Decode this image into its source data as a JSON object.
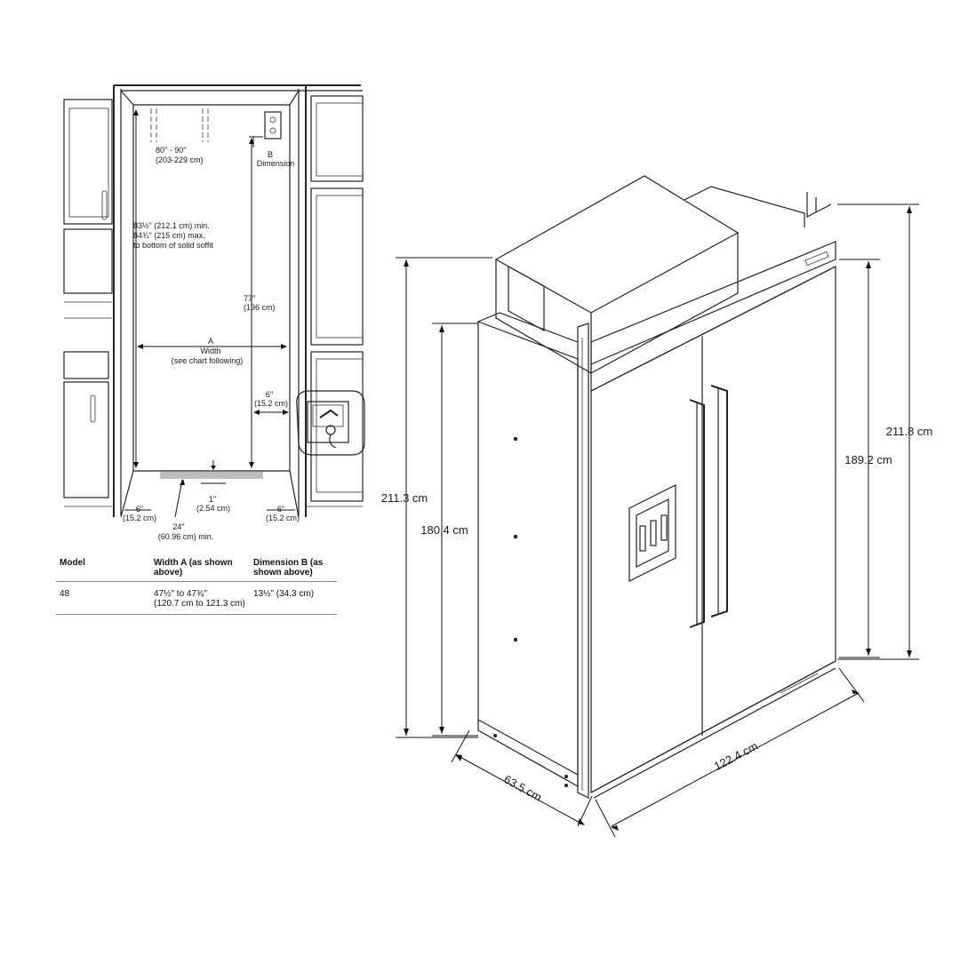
{
  "plan": {
    "ceiling_range": "80\" - 90\"",
    "ceiling_range_cm": "(203-229 cm)",
    "dimension_b_letter": "B",
    "dimension_b_word": "Dimension",
    "soffit_min": "83½\" (212.1 cm) min.",
    "soffit_max": "84¾\" (215 cm) max.",
    "soffit_note": "to bottom of solid soffit",
    "height_77": "77\"",
    "height_77_cm": "(196 cm)",
    "width_letter": "A",
    "width_word": "Width",
    "width_note": "(see chart following)",
    "side_6_right": "6\"",
    "side_6_right_cm": "(15.2 cm)",
    "gap_1": "1\"",
    "gap_1_cm": "(2.54 cm)",
    "left_6": "6\"",
    "left_6_cm": "(15.2 cm)",
    "depth_24": "24\"",
    "depth_24_cm": "(60.96 cm) min.",
    "right_6": "6\"",
    "right_6_cm": "(15.2 cm)"
  },
  "table": {
    "headers": [
      "Model",
      "Width A (as shown above)",
      "Dimension B (as shown above)"
    ],
    "row": {
      "model": "48",
      "width_a_line1": "47½\" to 47¾\"",
      "width_a_line2": "(120.7 cm to 121.3 cm)",
      "dimension_b": "13½\" (34.3 cm)"
    }
  },
  "fridge": {
    "height_overall_left": "211.3 cm",
    "height_cabinet_left": "180.4 cm",
    "height_cabinet_right": "189.2 cm",
    "height_overall_right": "211.8 cm",
    "depth": "63.5 cm",
    "width": "122.4 cm"
  }
}
